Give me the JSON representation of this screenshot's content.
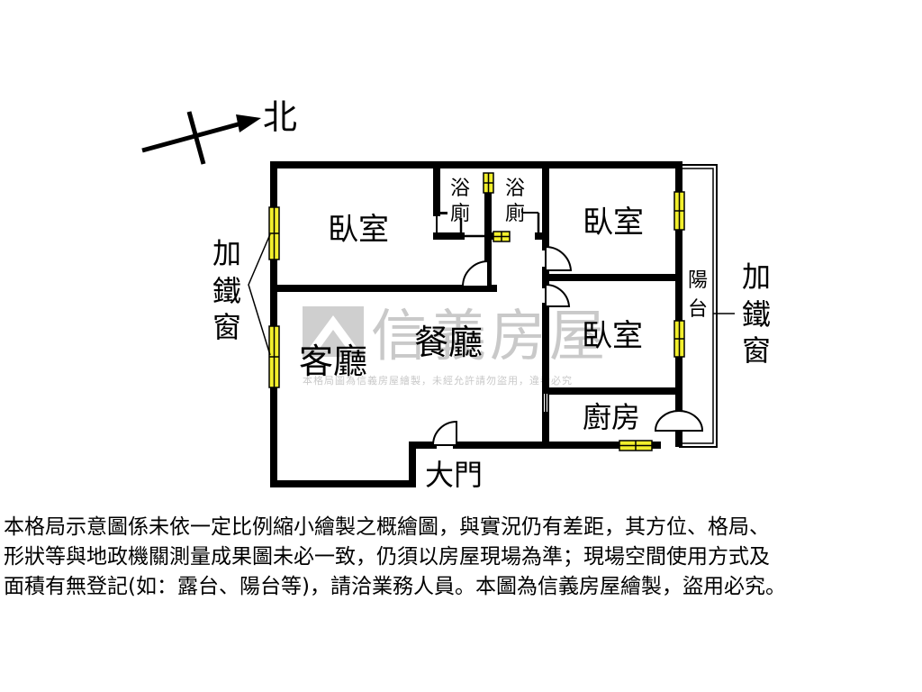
{
  "compass": {
    "north_label": "北"
  },
  "rooms": {
    "bedroom_nw": "臥室",
    "bath_1_line1": "浴",
    "bath_1_line2": "廁",
    "bath_2_line1": "浴",
    "bath_2_line2": "廁",
    "bedroom_ne": "臥室",
    "bedroom_e": "臥室",
    "living_room": "客廳",
    "dining_room": "餐廳",
    "kitchen": "廚房",
    "balcony_line1": "陽",
    "balcony_line2": "台",
    "main_door": "大門"
  },
  "annotations": {
    "iron_window_left": [
      "加",
      "鐵",
      "窗"
    ],
    "iron_window_right": [
      "加",
      "鐵",
      "窗"
    ]
  },
  "watermark": {
    "brand": "信義房屋",
    "notice": "本格局圖為信義房屋繪製，未經允許請勿盜用，違者必究"
  },
  "disclaimer": "本格局示意圖係未依一定比例縮小繪製之概繪圖，與實況仍有差距，其方位、格局、\n形狀等與地政機關測量成果圖未必一致，仍須以房屋現場為準；現場空間使用方式及\n面積有無登記(如：露台、陽台等)，請洽業務人員。本圖為信義房屋繪製，盜用必究。",
  "colors": {
    "wall": "#000000",
    "window_fill": "#f2ef2c",
    "watermark": "#c9c9c9"
  }
}
